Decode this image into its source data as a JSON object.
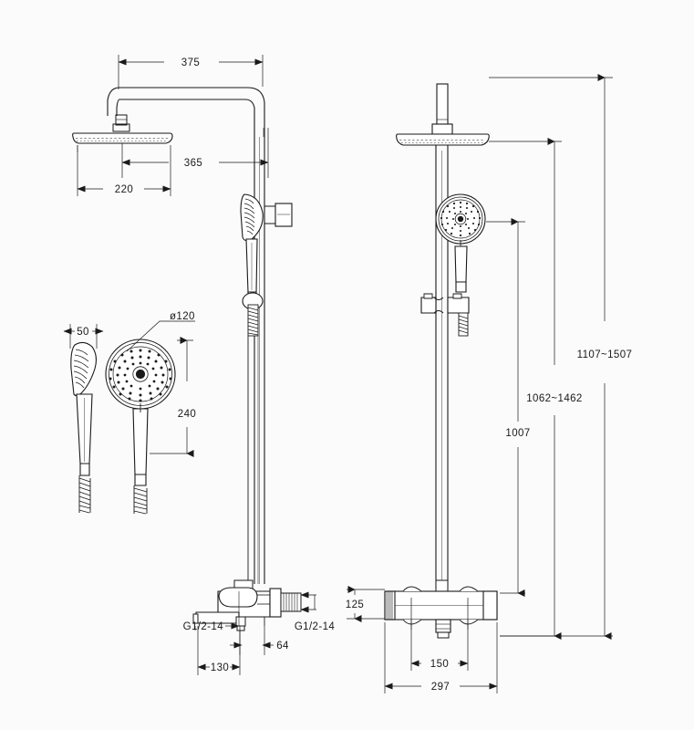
{
  "drawing": {
    "title": "Shower column technical drawing",
    "background_color": "#fbfbfc",
    "line_color": "#1a1a1a",
    "units": "mm",
    "views": [
      {
        "name": "side-view-full-column",
        "label": ""
      },
      {
        "name": "front-view-full-column",
        "label": ""
      },
      {
        "name": "hand-shower-detail",
        "label": ""
      }
    ]
  },
  "dimensions": {
    "top_arm_reach": "375",
    "head_to_riser": "365",
    "head_diameter_plan": "220",
    "hand_shower_depth": "50",
    "hand_shower_head_diameter": "ø120",
    "hand_shower_length": "240",
    "height_max_range": "1107~1507",
    "height_mid_range": "1062~1462",
    "height_riser": "1007",
    "mixer_height": "125",
    "spout_reach": "130",
    "outlet_offset": "64",
    "mixer_width_total": "297",
    "mixer_inlet_centers": "150",
    "thread_left": "G1/2-14",
    "thread_right": "G1/2-14"
  }
}
